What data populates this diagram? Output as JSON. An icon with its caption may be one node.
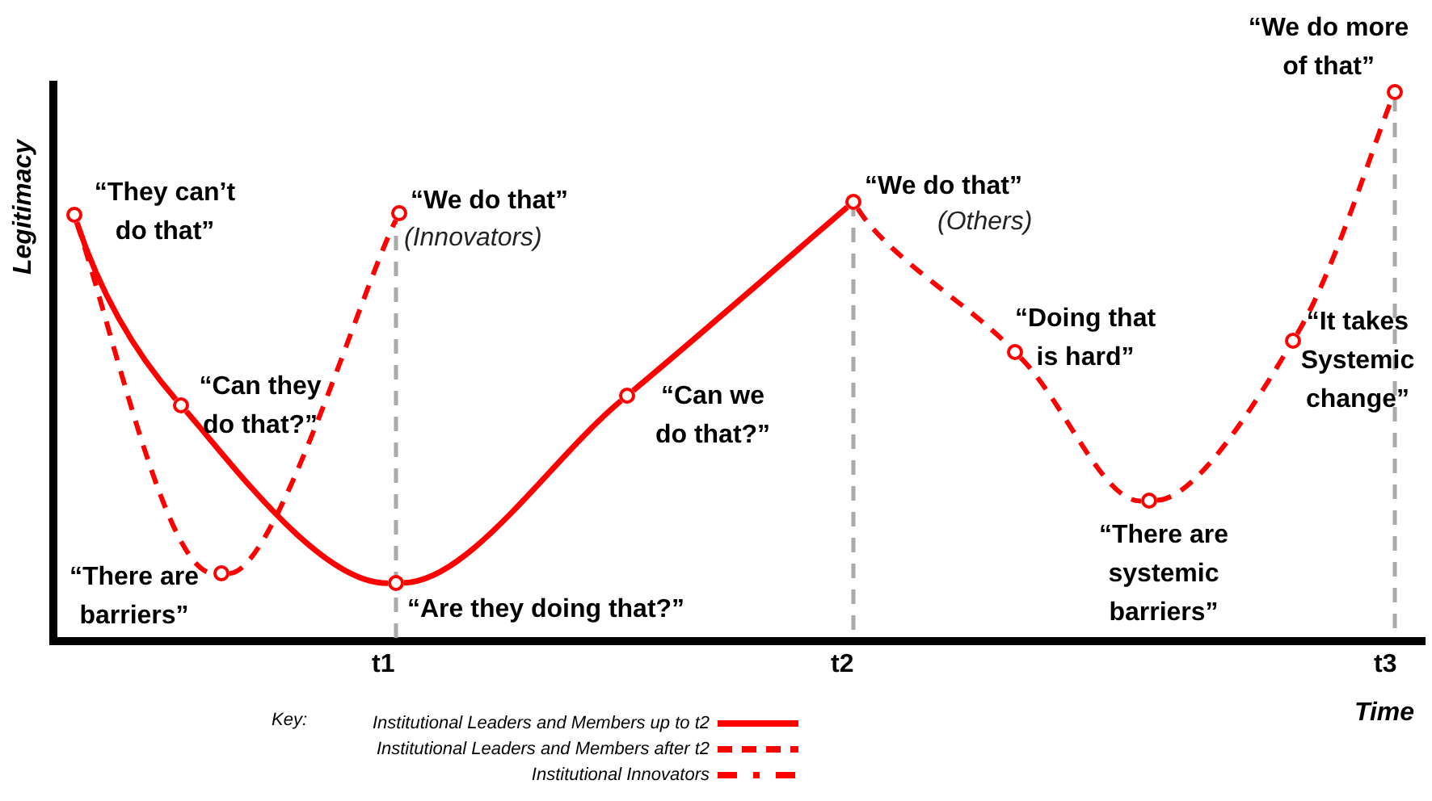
{
  "diagram": {
    "nodes": [
      {
        "text": [],
        "shape": "circle",
        "beside": [
          "“They can’t do that”"
        ]
      },
      {
        "text": [],
        "shape": "circle",
        "beside": [
          "“Can they do that?”"
        ]
      },
      {
        "text": [],
        "shape": "circle",
        "beside": [
          "“Are they doing that?”"
        ]
      },
      {
        "text": [],
        "shape": "circle",
        "beside": [
          "“Can we do that?”"
        ]
      },
      {
        "text": [],
        "shape": "circle",
        "beside": [
          "“We do that”",
          "(Others)"
        ]
      },
      {
        "text": [],
        "shape": "circle",
        "beside": [
          "“Doing that is hard”"
        ]
      },
      {
        "text": [],
        "shape": "circle",
        "beside": [
          "“There are systemic barriers”"
        ]
      },
      {
        "text": [],
        "shape": "circle",
        "beside": [
          "“It takes Systemic change”"
        ]
      },
      {
        "text": [],
        "shape": "circle",
        "beside": [
          "“We do more of that”"
        ]
      },
      {
        "text": [],
        "shape": "circle",
        "beside": [
          "“There are barriers”"
        ]
      },
      {
        "text": [],
        "shape": "circle",
        "beside": [
          "“We do that”",
          "(Innovators)"
        ]
      }
    ],
    "edges": [
      {
        "from": 0,
        "to": 1,
        "arrow": "none"
      },
      {
        "from": 1,
        "to": 2,
        "arrow": "none"
      },
      {
        "from": 2,
        "to": 3,
        "arrow": "none"
      },
      {
        "from": 3,
        "to": 4,
        "arrow": "none"
      },
      {
        "from": 4,
        "to": 5,
        "arrow": "none",
        "style": "dashed"
      },
      {
        "from": 5,
        "to": 6,
        "arrow": "none",
        "style": "dashed"
      },
      {
        "from": 6,
        "to": 7,
        "arrow": "none",
        "style": "dashed"
      },
      {
        "from": 7,
        "to": 8,
        "arrow": "none",
        "style": "dashed"
      },
      {
        "from": 0,
        "to": 9,
        "arrow": "none",
        "style": "dashed"
      },
      {
        "from": 9,
        "to": 10,
        "arrow": "none",
        "style": "dashed"
      }
    ],
    "labels": [
      "Legitimacy",
      "t1",
      "t2",
      "t3",
      "Time",
      "Key:"
    ],
    "legend": [
      {
        "text": "Institutional Leaders and Members up to t2"
      },
      {
        "text": "Institutional Leaders and Members after t2"
      },
      {
        "text": "Institutional Innovators"
      }
    ]
  }
}
